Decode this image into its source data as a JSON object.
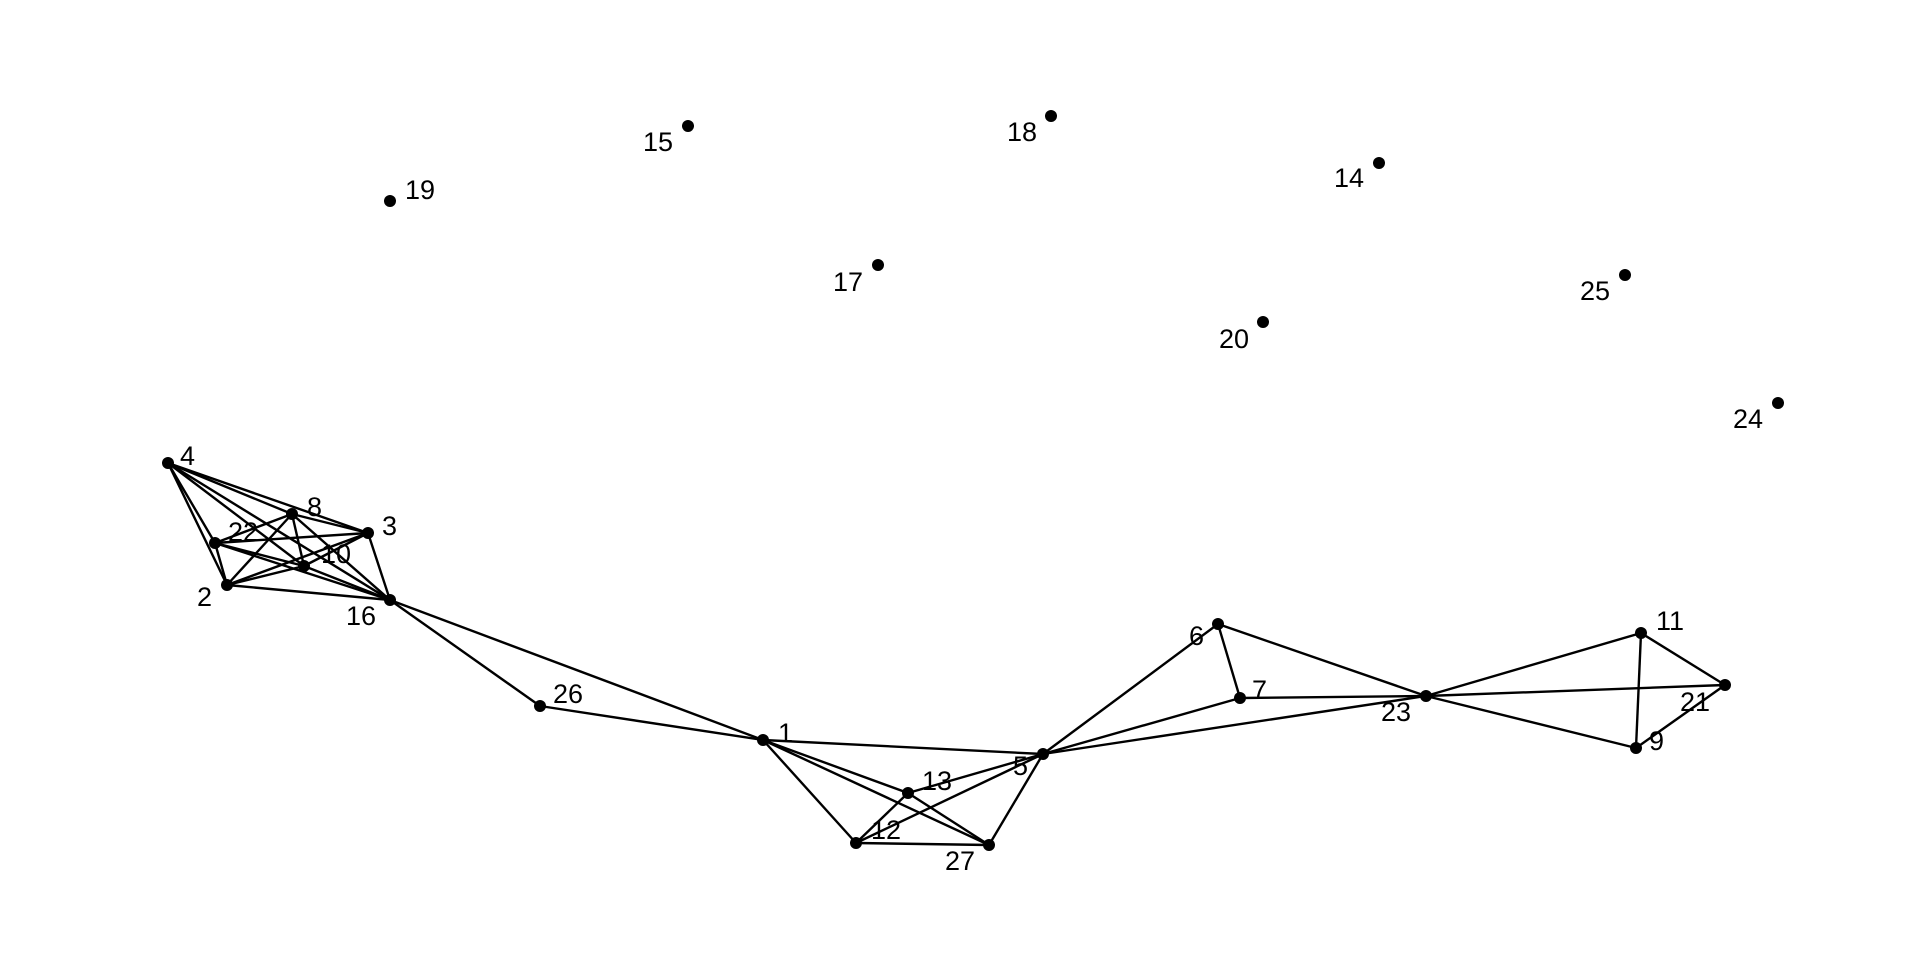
{
  "colors": {
    "background": "#ffffff",
    "node": "#000000",
    "edge": "#000000",
    "label": "#000000"
  },
  "nodes": [
    {
      "id": "1",
      "label": "1"
    },
    {
      "id": "2",
      "label": "2"
    },
    {
      "id": "3",
      "label": "3"
    },
    {
      "id": "4",
      "label": "4"
    },
    {
      "id": "5",
      "label": "5"
    },
    {
      "id": "6",
      "label": "6"
    },
    {
      "id": "7",
      "label": "7"
    },
    {
      "id": "8",
      "label": "8"
    },
    {
      "id": "9",
      "label": "9"
    },
    {
      "id": "10",
      "label": "10"
    },
    {
      "id": "11",
      "label": "11"
    },
    {
      "id": "12",
      "label": "12"
    },
    {
      "id": "13",
      "label": "13"
    },
    {
      "id": "14",
      "label": "14"
    },
    {
      "id": "15",
      "label": "15"
    },
    {
      "id": "16",
      "label": "16"
    },
    {
      "id": "17",
      "label": "17"
    },
    {
      "id": "18",
      "label": "18"
    },
    {
      "id": "19",
      "label": "19"
    },
    {
      "id": "20",
      "label": "20"
    },
    {
      "id": "21",
      "label": "21"
    },
    {
      "id": "22",
      "label": "22"
    },
    {
      "id": "23",
      "label": "23"
    },
    {
      "id": "24",
      "label": "24"
    },
    {
      "id": "25",
      "label": "25"
    },
    {
      "id": "26",
      "label": "26"
    },
    {
      "id": "27",
      "label": "27"
    }
  ],
  "edges": [
    [
      "4",
      "8"
    ],
    [
      "4",
      "3"
    ],
    [
      "4",
      "22"
    ],
    [
      "4",
      "2"
    ],
    [
      "4",
      "10"
    ],
    [
      "4",
      "16"
    ],
    [
      "22",
      "8"
    ],
    [
      "22",
      "3"
    ],
    [
      "22",
      "2"
    ],
    [
      "22",
      "10"
    ],
    [
      "22",
      "16"
    ],
    [
      "8",
      "3"
    ],
    [
      "8",
      "2"
    ],
    [
      "8",
      "10"
    ],
    [
      "8",
      "16"
    ],
    [
      "3",
      "2"
    ],
    [
      "3",
      "10"
    ],
    [
      "3",
      "16"
    ],
    [
      "2",
      "10"
    ],
    [
      "2",
      "16"
    ],
    [
      "10",
      "16"
    ],
    [
      "16",
      "26"
    ],
    [
      "16",
      "1"
    ],
    [
      "26",
      "1"
    ],
    [
      "1",
      "5"
    ],
    [
      "1",
      "13"
    ],
    [
      "1",
      "12"
    ],
    [
      "1",
      "27"
    ],
    [
      "13",
      "5"
    ],
    [
      "13",
      "12"
    ],
    [
      "13",
      "27"
    ],
    [
      "12",
      "27"
    ],
    [
      "12",
      "5"
    ],
    [
      "27",
      "5"
    ],
    [
      "5",
      "6"
    ],
    [
      "5",
      "7"
    ],
    [
      "5",
      "23"
    ],
    [
      "6",
      "7"
    ],
    [
      "6",
      "23"
    ],
    [
      "7",
      "23"
    ],
    [
      "23",
      "11"
    ],
    [
      "23",
      "21"
    ],
    [
      "23",
      "9"
    ],
    [
      "11",
      "21"
    ],
    [
      "11",
      "9"
    ],
    [
      "9",
      "21"
    ]
  ]
}
